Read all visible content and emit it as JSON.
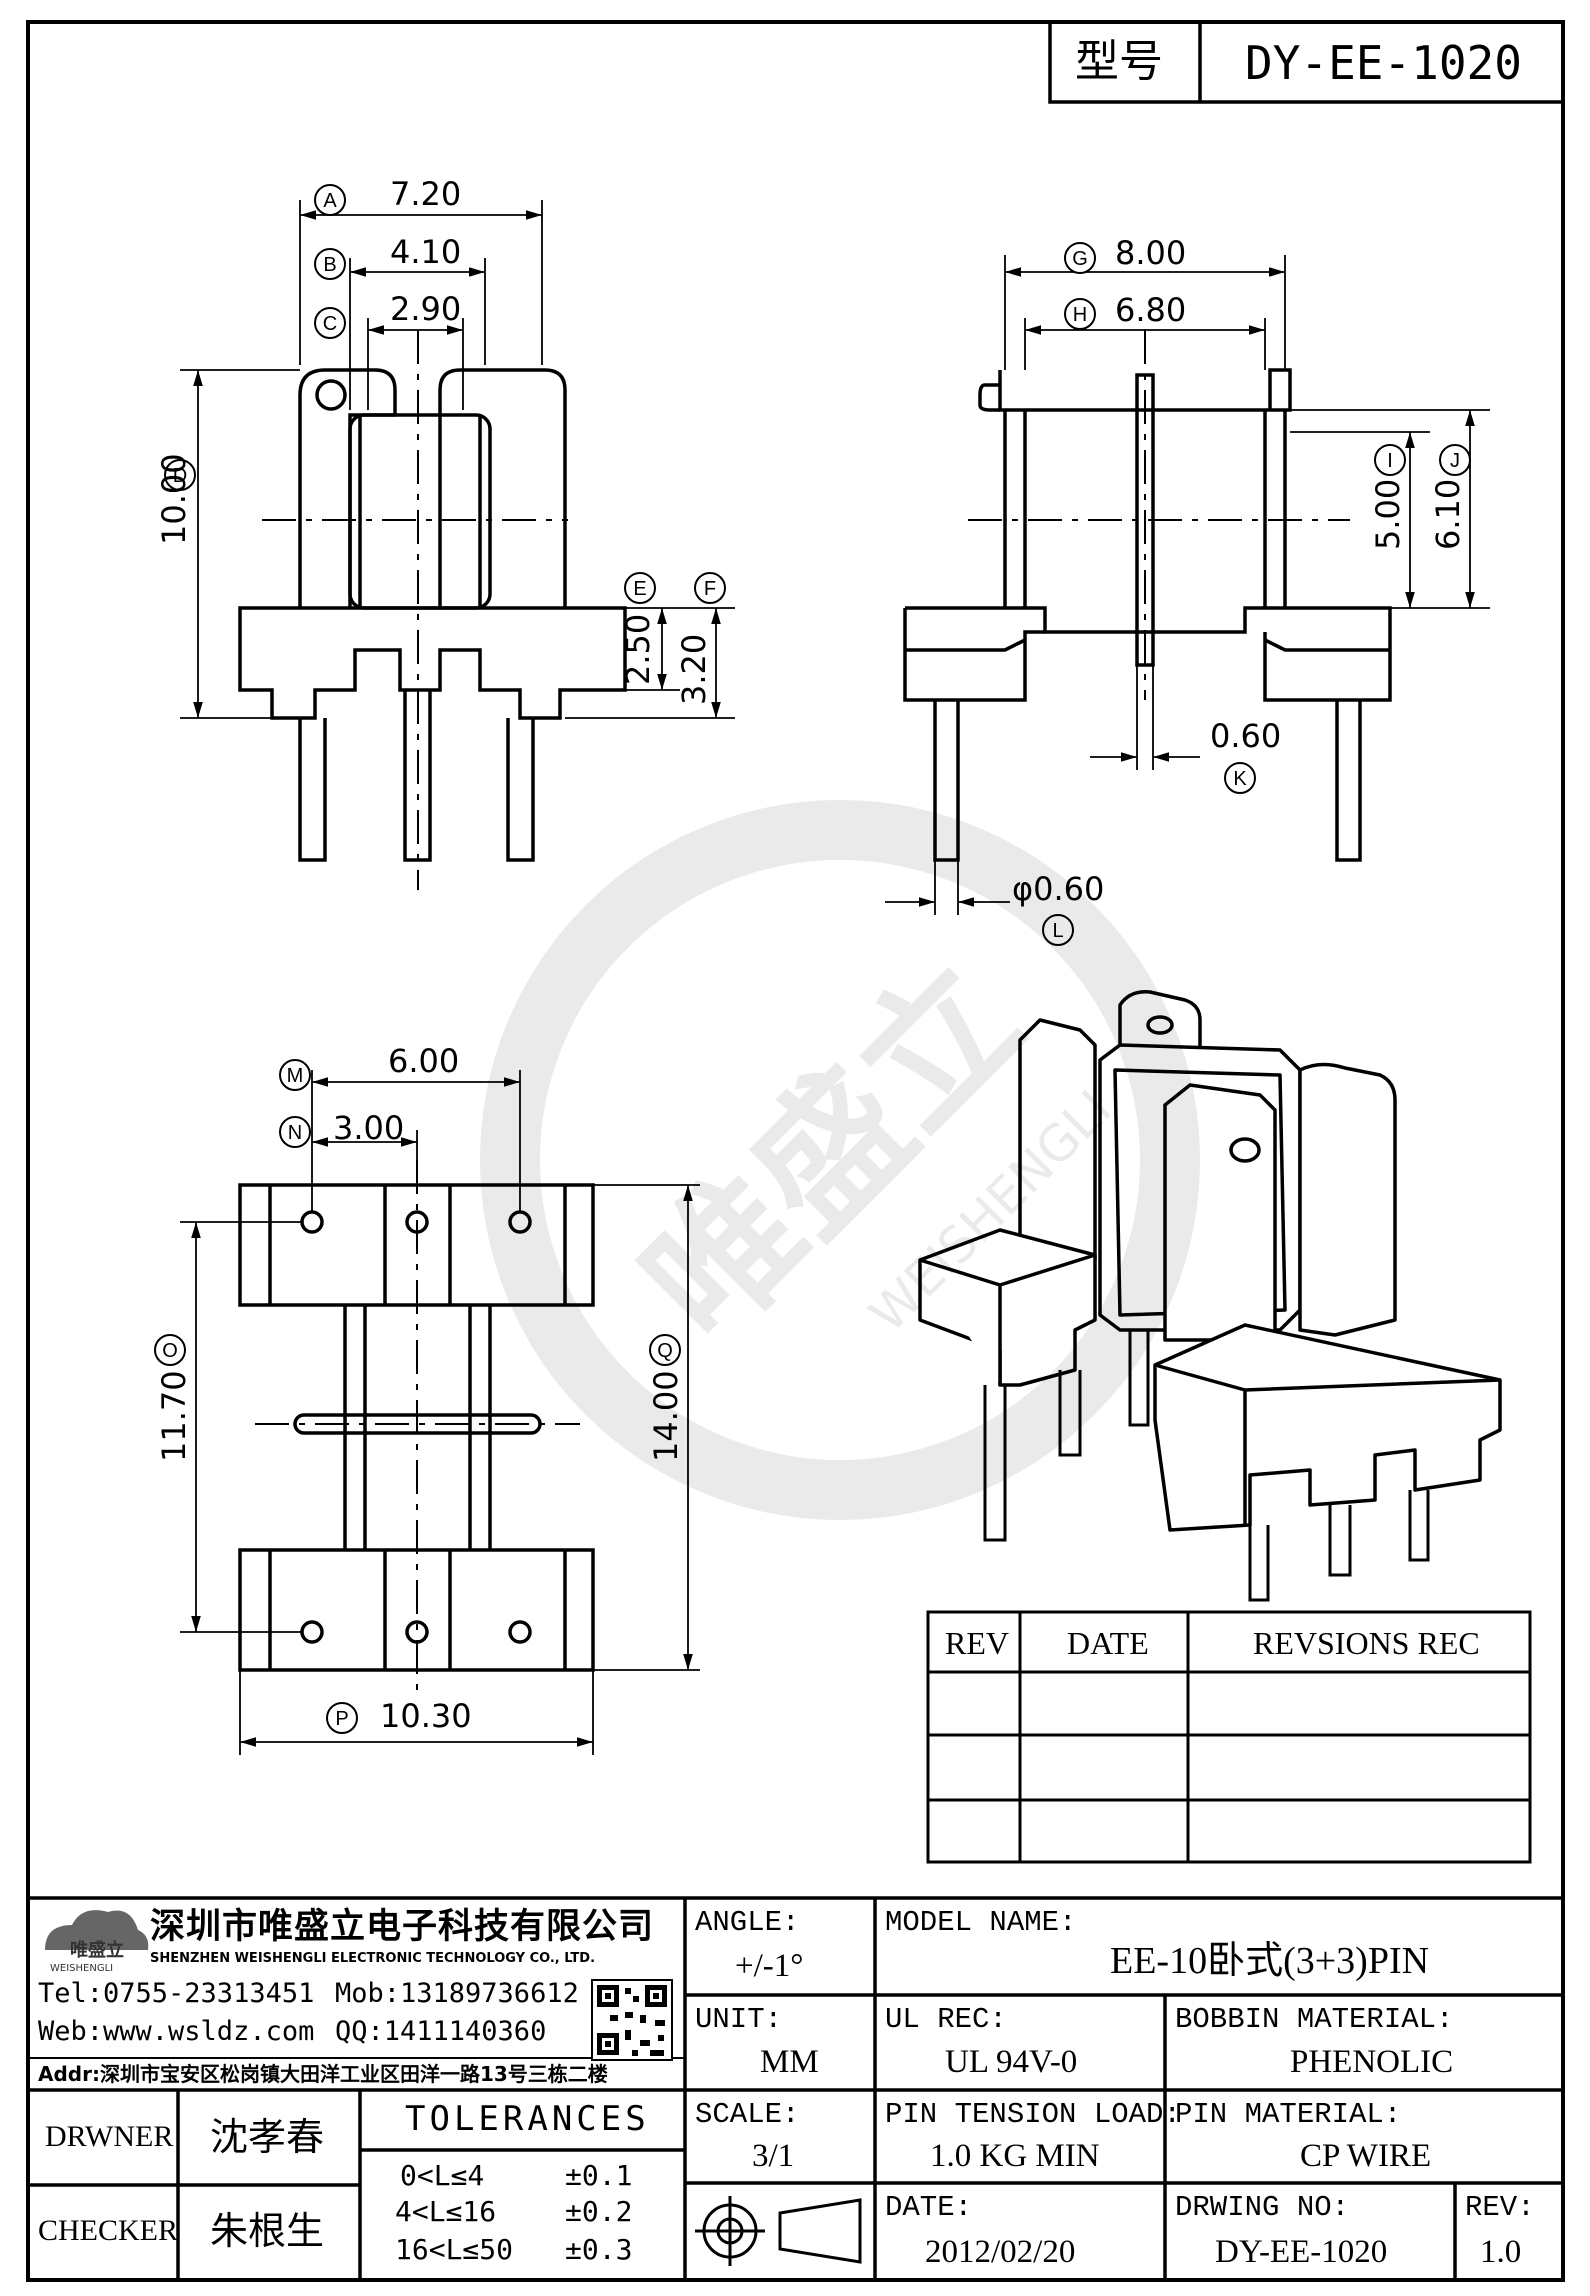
{
  "title_block": {
    "type_label": "型号",
    "type_value": "DY-EE-1020"
  },
  "dimensions": {
    "A": "7.20",
    "B": "4.10",
    "C": "2.90",
    "D": "10.00",
    "E": "2.50",
    "F": "3.20",
    "G": "8.00",
    "H": "6.80",
    "I": "5.00",
    "J": "6.10",
    "K": "0.60",
    "L": "φ0.60",
    "M": "6.00",
    "N": "3.00",
    "O": "11.70",
    "P": "10.30",
    "Q": "14.00"
  },
  "dimension_letters": [
    "A",
    "B",
    "C",
    "D",
    "E",
    "F",
    "G",
    "H",
    "I",
    "J",
    "K",
    "L",
    "M",
    "N",
    "O",
    "P",
    "Q"
  ],
  "revision_table": {
    "headers": [
      "REV",
      "DATE",
      "REVSIONS REC"
    ],
    "rows": [
      [
        "",
        "",
        ""
      ],
      [
        "",
        "",
        ""
      ],
      [
        "",
        "",
        ""
      ]
    ]
  },
  "company": {
    "logo_text": "唯盛立",
    "logo_sub": "WEISHENGLI",
    "name_cn": "深圳市唯盛立电子科技有限公司",
    "name_en": "SHENZHEN WEISHENGLI ELECTRONIC TECHNOLOGY CO., LTD.",
    "tel": "Tel:0755-23313451",
    "mob": "Mob:13189736612",
    "web": "Web:www.wsldz.com",
    "qq": "QQ:1411140360",
    "addr": "Addr:深圳市宝安区松岗镇大田洋工业区田洋一路13号三栋二楼"
  },
  "watermark": {
    "cn": "唯盛立",
    "en": "WEISHENGLI"
  },
  "info": {
    "angle_label": "ANGLE:",
    "angle_value": "+/-1°",
    "model_label": "MODEL NAME:",
    "model_value": "EE-10卧式(3+3)PIN",
    "unit_label": "UNIT:",
    "unit_value": "MM",
    "ul_label": "UL REC:",
    "ul_value": "UL 94V-0",
    "bobbin_label": "BOBBIN MATERIAL:",
    "bobbin_value": "PHENOLIC",
    "scale_label": "SCALE:",
    "scale_value": "3/1",
    "tension_label": "PIN TENSION LOAD:",
    "tension_value": "1.0 KG MIN",
    "pinmat_label": "PIN MATERIAL:",
    "pinmat_value": "CP WIRE",
    "date_label": "DATE:",
    "date_value": "2012/02/20",
    "drwno_label": "DRWING NO:",
    "drwno_value": "DY-EE-1020",
    "rev_label": "REV:",
    "rev_value": "1.0"
  },
  "people": {
    "drawer_label": "DRWNER",
    "drawer_name": "沈孝春",
    "checker_label": "CHECKER",
    "checker_name": "朱根生"
  },
  "tolerances": {
    "title": "TOLERANCES",
    "rows": [
      {
        "range": "0<L≤4",
        "tol": "±0.1"
      },
      {
        "range": "4<L≤16",
        "tol": "±0.2"
      },
      {
        "range": "16<L≤50",
        "tol": "±0.3"
      }
    ]
  }
}
